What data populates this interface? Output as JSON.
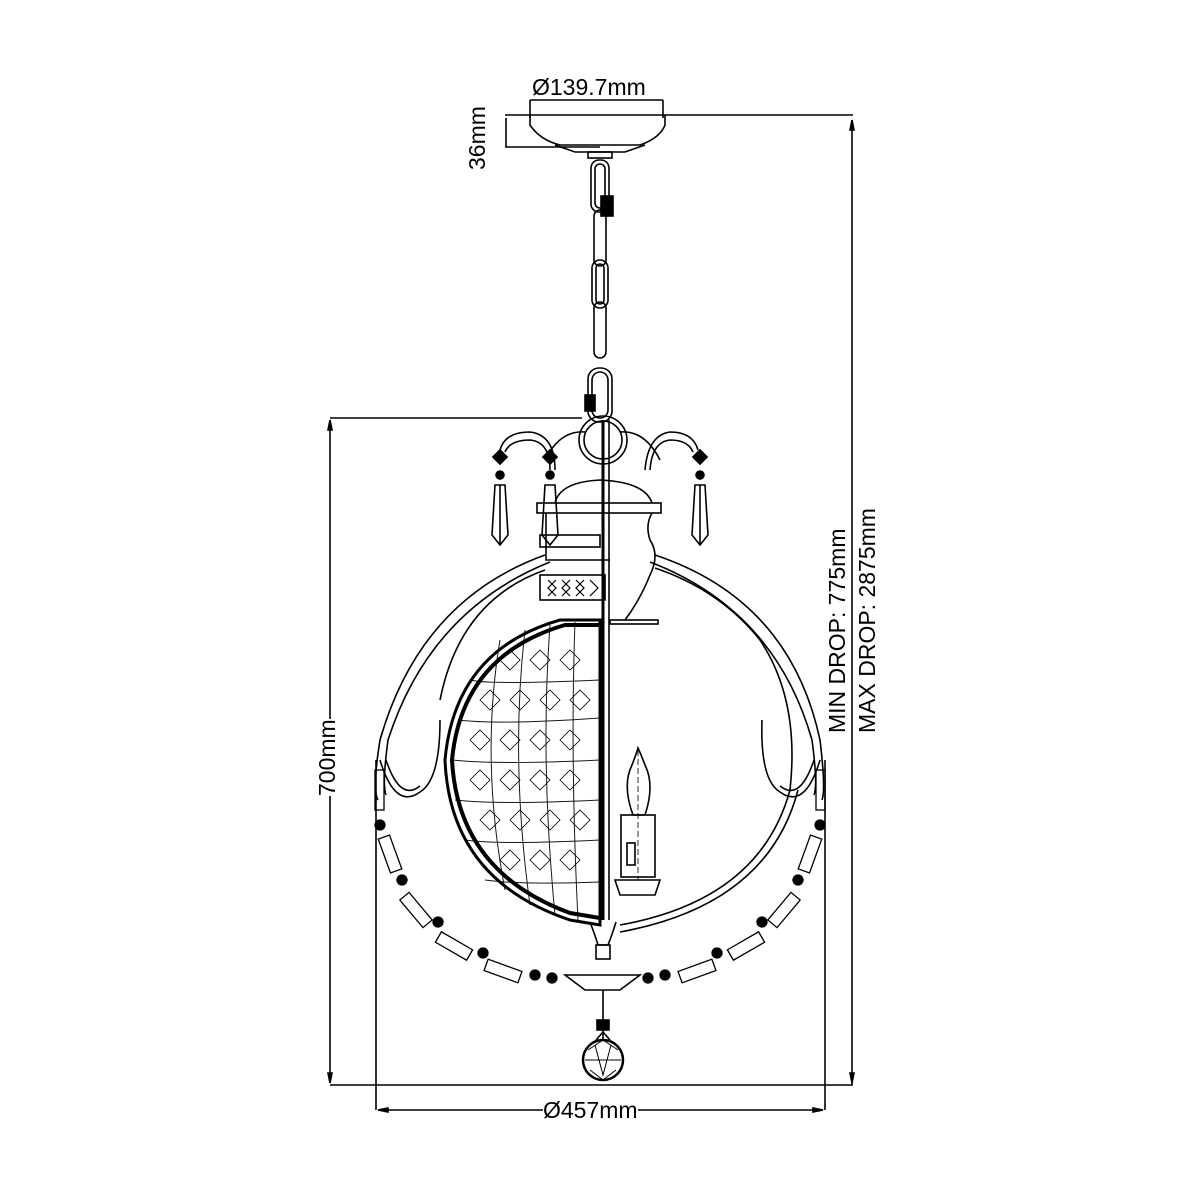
{
  "drawing": {
    "title": "Pendant chandelier technical dimension drawing",
    "line_color": "#000000",
    "background": "#ffffff"
  },
  "dimensions": {
    "canopy_diameter": "Ø139.7mm",
    "canopy_height": "36mm",
    "body_height": "700mm",
    "body_diameter": "Ø457mm",
    "min_drop": "MIN DROP: 775mm",
    "max_drop": "MAX DROP: 2875mm"
  },
  "components": {
    "canopy": "ceiling-canopy",
    "chain": "suspension-chain",
    "frame": "globe-frame",
    "crystal_sphere": "crystal-sphere",
    "candle_bulb": "candle-bulb",
    "swag": "crystal-swag",
    "finial": "crystal-ball-finial"
  }
}
